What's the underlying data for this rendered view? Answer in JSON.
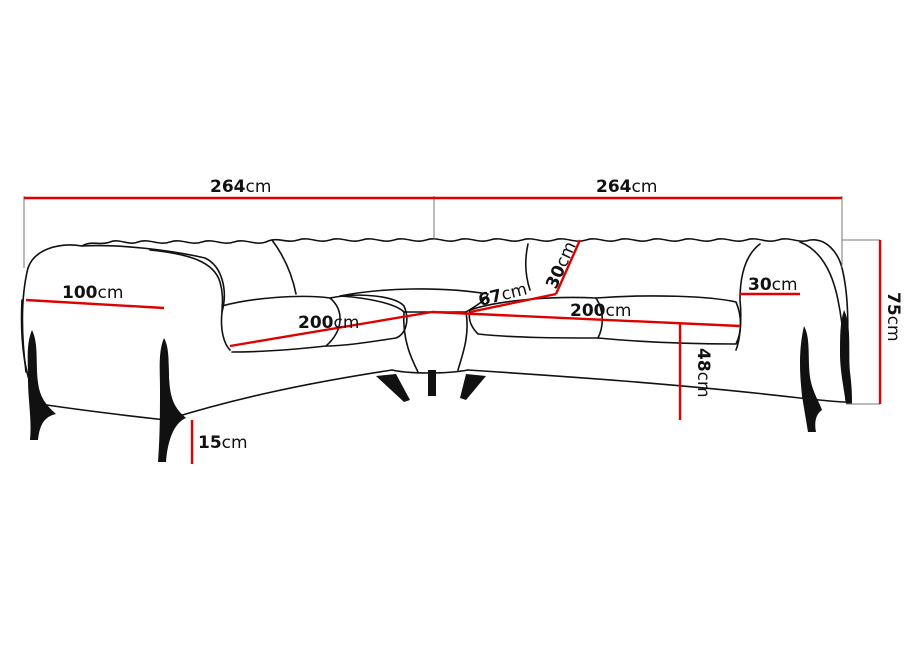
{
  "colors": {
    "outline": "#111111",
    "dimension_line": "#e00000",
    "extension_line": "#777777",
    "background": "#ffffff"
  },
  "dimensions": {
    "width_left": {
      "value": "264",
      "unit": "cm"
    },
    "width_right": {
      "value": "264",
      "unit": "cm"
    },
    "height_total": {
      "value": "75",
      "unit": "cm"
    },
    "depth": {
      "value": "100",
      "unit": "cm"
    },
    "seat_left": {
      "value": "200",
      "unit": "cm"
    },
    "seat_right": {
      "value": "200",
      "unit": "cm"
    },
    "corner_seat": {
      "value": "67",
      "unit": "cm"
    },
    "backrest_depth": {
      "value": "30",
      "unit": "cm"
    },
    "armrest_width": {
      "value": "30",
      "unit": "cm"
    },
    "seat_height": {
      "value": "48",
      "unit": "cm"
    },
    "leg_height": {
      "value": "15",
      "unit": "cm"
    }
  }
}
